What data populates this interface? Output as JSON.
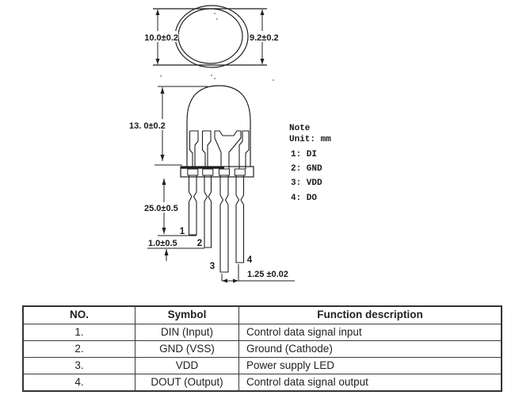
{
  "drawing": {
    "top_view": {
      "dim_left": "10.0±0.2",
      "dim_right": "9.2±0.2"
    },
    "side_view": {
      "dim_height": "13. 0±0.2",
      "dim_lead_length": "25.0±0.5",
      "dim_standoff": "1.0±0.5",
      "dim_lead_thickness": "1.25 ±0.02",
      "pin_labels": [
        "1",
        "2",
        "3",
        "4"
      ]
    },
    "note": {
      "title": "Note",
      "unit": "Unit: mm",
      "pins": [
        "1: DI",
        "2: GND",
        "3: VDD",
        "4: DO"
      ]
    },
    "line_color": "#1f1f1f"
  },
  "table": {
    "headers": [
      "NO.",
      "Symbol",
      "Function description"
    ],
    "rows": [
      [
        "1.",
        "DIN (Input)",
        "Control data signal input"
      ],
      [
        "2.",
        "GND (VSS)",
        "Ground (Cathode)"
      ],
      [
        "3.",
        "VDD",
        "Power supply LED"
      ],
      [
        "4.",
        "DOUT (Output)",
        "Control data signal output"
      ]
    ]
  }
}
